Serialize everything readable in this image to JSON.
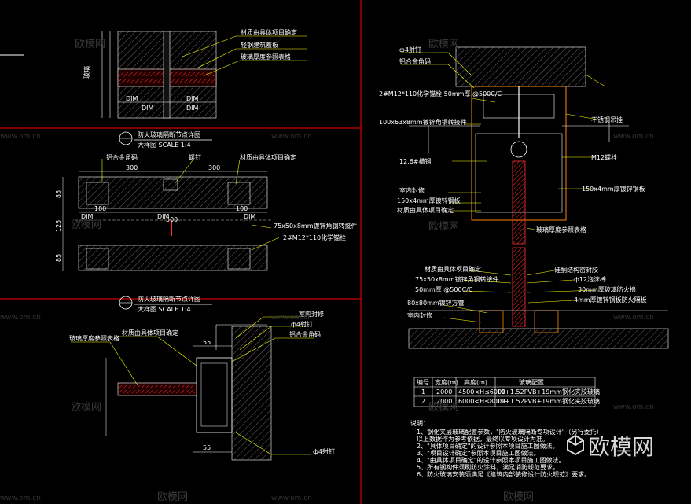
{
  "watermarks": {
    "cn": "欧模网",
    "url": "www.om.cn",
    "brand": "欧模网"
  },
  "detail_a": {
    "labels": [
      "材质由具体项目确定",
      "轻钢建筑蓋板",
      "玻璃厚度参照表格"
    ],
    "dims": [
      "DIM",
      "DIM",
      "DIM",
      "DIM"
    ],
    "side": "玻璃"
  },
  "detail_b": {
    "labels": [
      "铝合金角码",
      "螺钉",
      "材质由具体项目确定",
      "75x50x8mm镀锌角钢转接件",
      "2#M12*110化学锚栓"
    ],
    "dims": [
      "300",
      "300",
      "100",
      "100",
      "500",
      "85",
      "125",
      "85"
    ],
    "dim_tags": [
      "DIM",
      "DIM",
      "DIM"
    ]
  },
  "detail_c": {
    "labels": [
      "室内封修",
      "ф4射钉",
      "铝合金角码",
      "玻璃厚度参照表格",
      "材质由具体项目确定",
      "ф4射钉"
    ],
    "dims": [
      "55",
      "55"
    ]
  },
  "detail_d": {
    "labels": [
      "ф4射钉",
      "铝合金角码",
      "2#M12*110化学锚栓 50mm厚 @500C/C",
      "100x63x8mm镀锌角钢转接件",
      "12.6#槽钢",
      "室内封修",
      "150x4mm厚镀锌钢板",
      "材质由具体项目确定",
      "不锈钢吊挂",
      "M12螺栓",
      "150x4mm厚镀锌钢板",
      "玻璃厚度参照表格"
    ]
  },
  "detail_e": {
    "labels": [
      "材质由具体项目确定",
      "75x50x8mm镀锌角钢转接件",
      "50mm厚 @500C/C",
      "80x80mm镀锌方管",
      "室内封修",
      "硅酮结构密封胶",
      "ф12泡沫棒",
      "30mm厚玻璃防火棉",
      "4mm厚镀锌钢板防火隔板"
    ]
  },
  "title_blocks": [
    {
      "title": "防火玻璃隔断节点详图",
      "scale": "大样图  SCALE 1:4"
    },
    {
      "title": "防火玻璃隔断节点详图",
      "scale": "大样图  SCALE 1:4"
    }
  ],
  "table": {
    "headers": [
      "编号",
      "宽度(m)",
      "高度(m)",
      "玻璃配置"
    ],
    "rows": [
      [
        "1",
        "2000",
        "4500<H≤6000",
        "19+1.52PVB+19mm钢化夹胶玻璃"
      ],
      [
        "2",
        "2000",
        "6000<H≤8000",
        "19+1.52PVB+19mm钢化夹胶玻璃"
      ]
    ]
  },
  "notes": {
    "heading": "说明：",
    "lines": [
      "1、钢化夹层玻璃配置参数，\"防火玻璃隔断专项设计\"（另行委托）",
      "以上数据作为参考依据，最终以专项设计为准。",
      "2、\"具体项目确定\"的设计参照本项目施工图做法。",
      "3、\"项目设计确定\"参照本项目施工图做法。",
      "4、\"由具体项目确定\"的设计参照本项目施工图做法。",
      "5、所有钢构件须刷防火涂料，满足消防规范要求。",
      "6、防火玻璃安装须满足《建筑内部装修设计防火规范》要求。"
    ]
  },
  "colors": {
    "background": "#000000",
    "frame": "#ff0000",
    "drawing": "#ffffff",
    "leader": "#ffff00",
    "hatch": "#cc2222",
    "steel": "#ff8800"
  }
}
